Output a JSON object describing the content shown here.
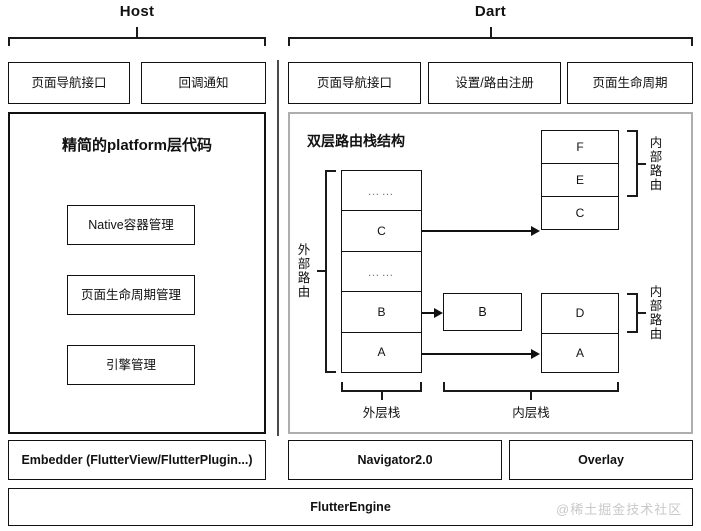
{
  "diagram": {
    "sections": [
      {
        "id": "host",
        "title": "Host"
      },
      {
        "id": "dart",
        "title": "Dart"
      }
    ],
    "host": {
      "api_boxes": [
        {
          "label": "页面导航接口"
        },
        {
          "label": "回调通知"
        }
      ],
      "panel_title": "精简的platform层代码",
      "panel_items": [
        {
          "label": "Native容器管理"
        },
        {
          "label": "页面生命周期管理"
        },
        {
          "label": "引擎管理"
        }
      ],
      "bottom_box": {
        "label": "Embedder (FlutterView/FlutterPlugin...)"
      }
    },
    "dart": {
      "api_boxes": [
        {
          "label": "页面导航接口"
        },
        {
          "label": "设置/路由注册"
        },
        {
          "label": "页面生命周期"
        }
      ],
      "panel_title": "双层路由栈结构",
      "outer_stack": {
        "label": "外部路由",
        "bottom_label": "外层栈",
        "cells": [
          "……",
          "C",
          "……",
          "B",
          "A"
        ]
      },
      "middle_box": {
        "label": "B"
      },
      "inner_stack_top": {
        "label": "内部路由",
        "cells": [
          "F",
          "E",
          "C"
        ],
        "bracket_cells": [
          "F",
          "E"
        ]
      },
      "inner_stack_bottom": {
        "label": "内部路由",
        "cells": [
          "D",
          "A"
        ],
        "bracket_cells": [
          "D"
        ]
      },
      "inner_bottom_label": "内层栈",
      "bottom_boxes": [
        {
          "label": "Navigator2.0"
        },
        {
          "label": "Overlay"
        }
      ]
    },
    "footer": {
      "label": "FlutterEngine"
    },
    "watermark": {
      "label": "@稀土掘金技术社区"
    },
    "colors": {
      "stroke": "#111111",
      "panel_gray": "#aeaeae",
      "divider": "#4a4a4a",
      "watermark": "#c9c9c9",
      "background": "#ffffff"
    }
  }
}
